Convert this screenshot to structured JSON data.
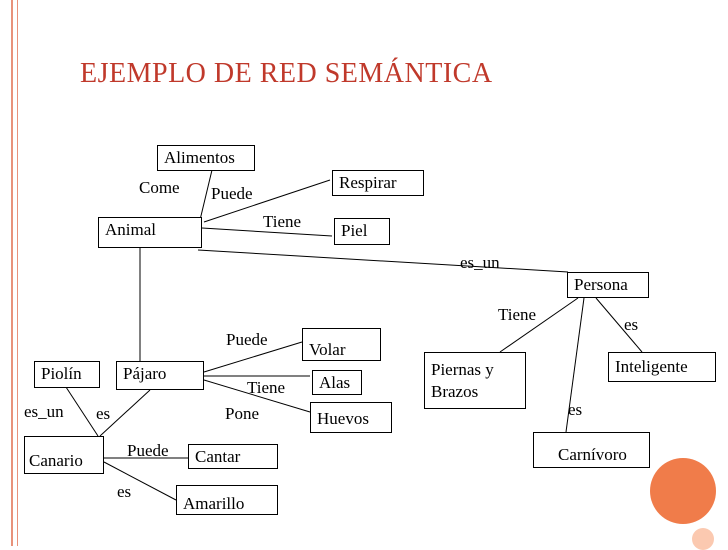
{
  "title": "EJEMPLO DE RED SEMÁNTICA",
  "colors": {
    "title": "#c0392b",
    "accent_rule": "#e8927a",
    "dot_fill": "#f07c4a",
    "dot_light": "#fbc9b0"
  },
  "nodes": {
    "alimentos": "Alimentos",
    "respirar": "Respirar",
    "animal": "Animal",
    "piel": "Piel",
    "persona": "Persona",
    "volar": "Volar",
    "piolin": "Piolín",
    "pajaro": "Pájaro",
    "alas": "Alas",
    "piernas_brazos_1": "Piernas y",
    "piernas_brazos_2": "Brazos",
    "inteligente": "Inteligente",
    "huevos": "Huevos",
    "canario": "Canario",
    "cantar": "Cantar",
    "carnivoro": "Carnívoro",
    "amarillo": "Amarillo"
  },
  "edge_labels": {
    "come": "Come",
    "puede_respirar": "Puede",
    "tiene_piel": "Tiene",
    "es_un_persona": "es_un",
    "tiene_piernas": "Tiene",
    "es_inteligente": "es",
    "puede_volar": "Puede",
    "tiene_alas": "Tiene",
    "pone_huevos": "Pone",
    "es_un_piolin": "es_un",
    "es_pajaro": "es",
    "es_carnivoro": "es",
    "puede_cantar": "Puede",
    "es_amarillo": "es"
  }
}
